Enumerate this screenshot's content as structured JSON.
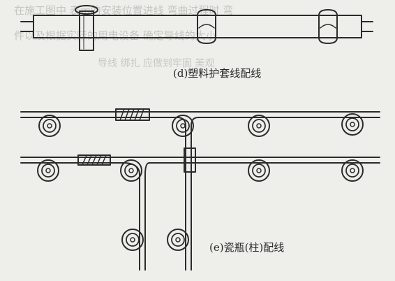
{
  "captions": {
    "d": "(d)塑料护套线配线",
    "e": "(e)瓷瓶(柱)配线"
  },
  "bleed_text": {
    "line1": "在施工图中 表示的安装位置进线 弯曲过程时 弯",
    "line2": "件以及根据实际的用电设备 确定导线的大小",
    "line3": "导线 绑扎 应做到牢固 美观"
  },
  "colors": {
    "paper": "#eeeeea",
    "ink": "#2b2b2b",
    "bleed": "#c4c4c0"
  },
  "icons": {
    "clip": "sheathed-cable-clip-icon",
    "insulator": "porcelain-insulator-icon",
    "nail": "nail-icon",
    "binding": "wire-binding-icon"
  }
}
